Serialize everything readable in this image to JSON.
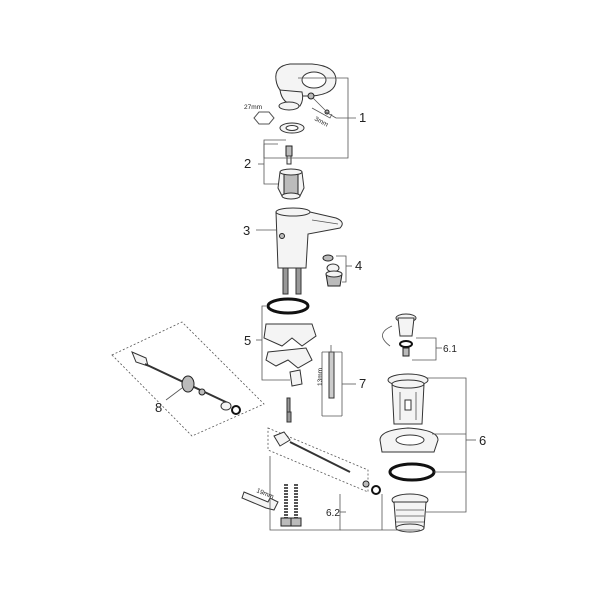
{
  "diagram": {
    "callouts": {
      "c1": "1",
      "c2": "2",
      "c3": "3",
      "c4": "4",
      "c5": "5",
      "c6": "6",
      "c61": "6.1",
      "c62": "6.2",
      "c7": "7",
      "c8": "8"
    },
    "dimensions": {
      "nut_27": "27mm",
      "hex_3": "3mm",
      "hex_13": "13mm",
      "wrench_19": "19mm"
    }
  }
}
